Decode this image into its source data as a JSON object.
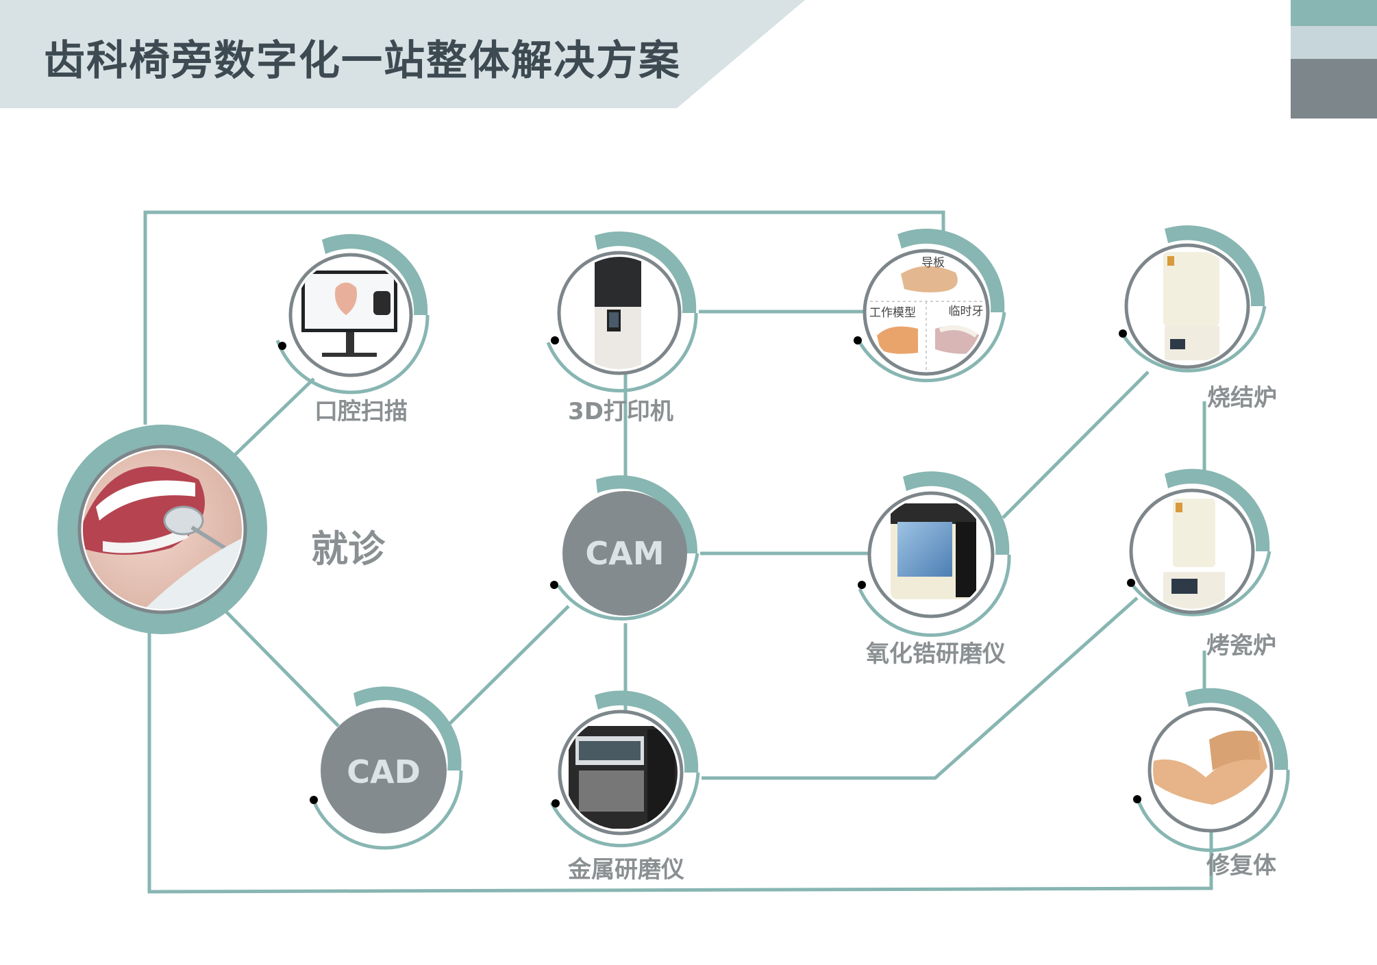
{
  "header": {
    "title": "齿科椅旁数字化一站整体解决方案"
  },
  "colors": {
    "teal": "#88b6b2",
    "gray_ring": "#7d868a",
    "dark_gray": "#838b8f",
    "header_bg": "#d8e2e5",
    "title_text": "#3d4a52",
    "label_text": "#8a8f92"
  },
  "nodes": {
    "visit": {
      "label": "就诊"
    },
    "scan": {
      "label": "口腔扫描"
    },
    "printer": {
      "label": "3D打印机"
    },
    "prints": {
      "guide": "导板",
      "working_model": "工作模型",
      "temp_tooth": "临时牙"
    },
    "sinter": {
      "label": "烧结炉"
    },
    "cam": {
      "label": "CAM"
    },
    "zirconia": {
      "label": "氧化锆研磨仪"
    },
    "porcelain": {
      "label": "烤瓷炉"
    },
    "cad": {
      "label": "CAD"
    },
    "metal": {
      "label": "金属研磨仪"
    },
    "restoration": {
      "label": "修复体"
    }
  }
}
